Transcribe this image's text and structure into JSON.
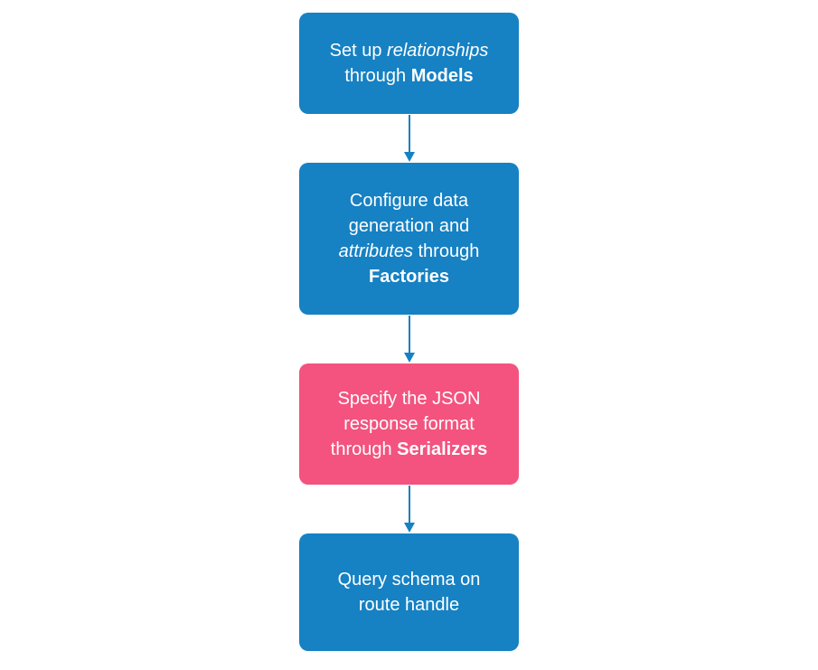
{
  "diagram": {
    "colors": {
      "node_blue": "#1681C3",
      "node_pink": "#F3537E",
      "arrow": "#1681C3",
      "text": "#FFFFFF"
    },
    "nodes": [
      {
        "id": "models",
        "segments": {
          "l1s1": "Set up ",
          "l1s2_italic": "relationships",
          "l2s1": "through ",
          "l2s2_bold": "Models"
        }
      },
      {
        "id": "factories",
        "segments": {
          "l1": "Configure data",
          "l2": "generation and",
          "l3s1_italic": "attributes",
          "l3s2": " through",
          "l4_bold": "Factories"
        }
      },
      {
        "id": "serializers",
        "segments": {
          "l1": "Specify the JSON",
          "l2": "response format",
          "l3s1": "through ",
          "l3s2_bold": "Serializers"
        }
      },
      {
        "id": "route-handle",
        "segments": {
          "l1": "Query schema on",
          "l2": "route handle"
        }
      }
    ]
  }
}
